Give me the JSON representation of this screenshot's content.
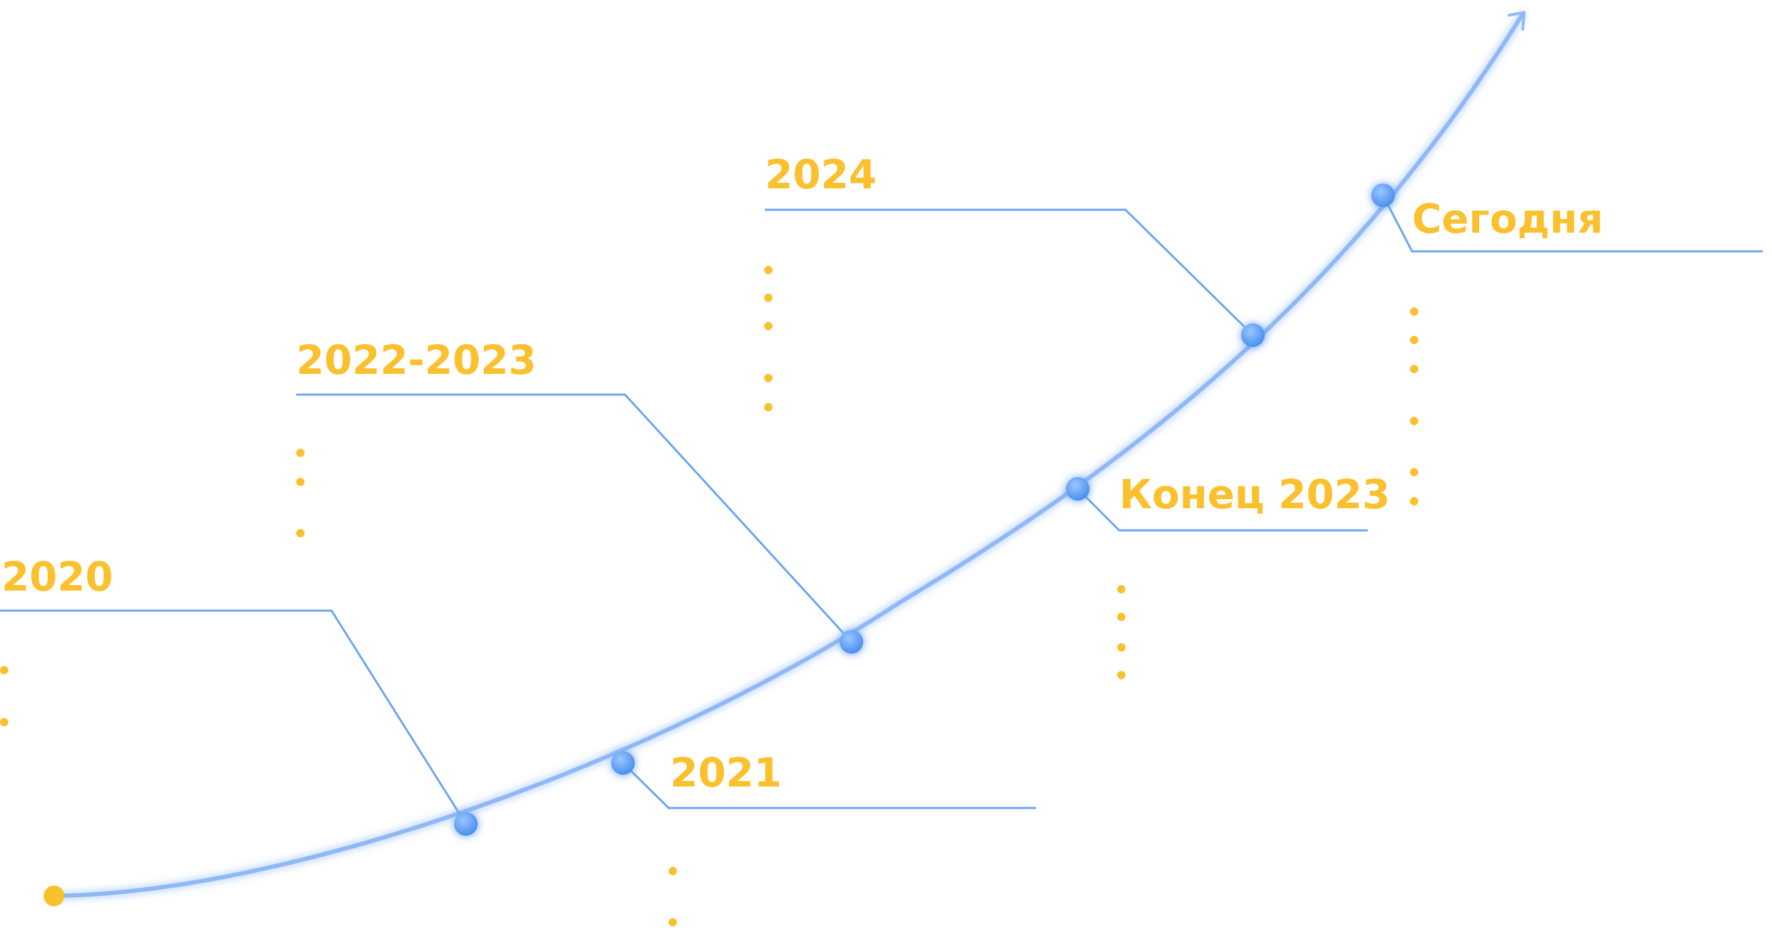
{
  "colors": {
    "curve": "#8fb8f7",
    "connector": "#6aa6f0",
    "node": "#5b9cf2",
    "accent": "#fbc02d"
  },
  "milestones": [
    {
      "label": "2020"
    },
    {
      "label": "2021"
    },
    {
      "label": "2022-2023"
    },
    {
      "label": "2024"
    },
    {
      "label": "Конец 2023"
    },
    {
      "label": "Сегодня"
    }
  ]
}
